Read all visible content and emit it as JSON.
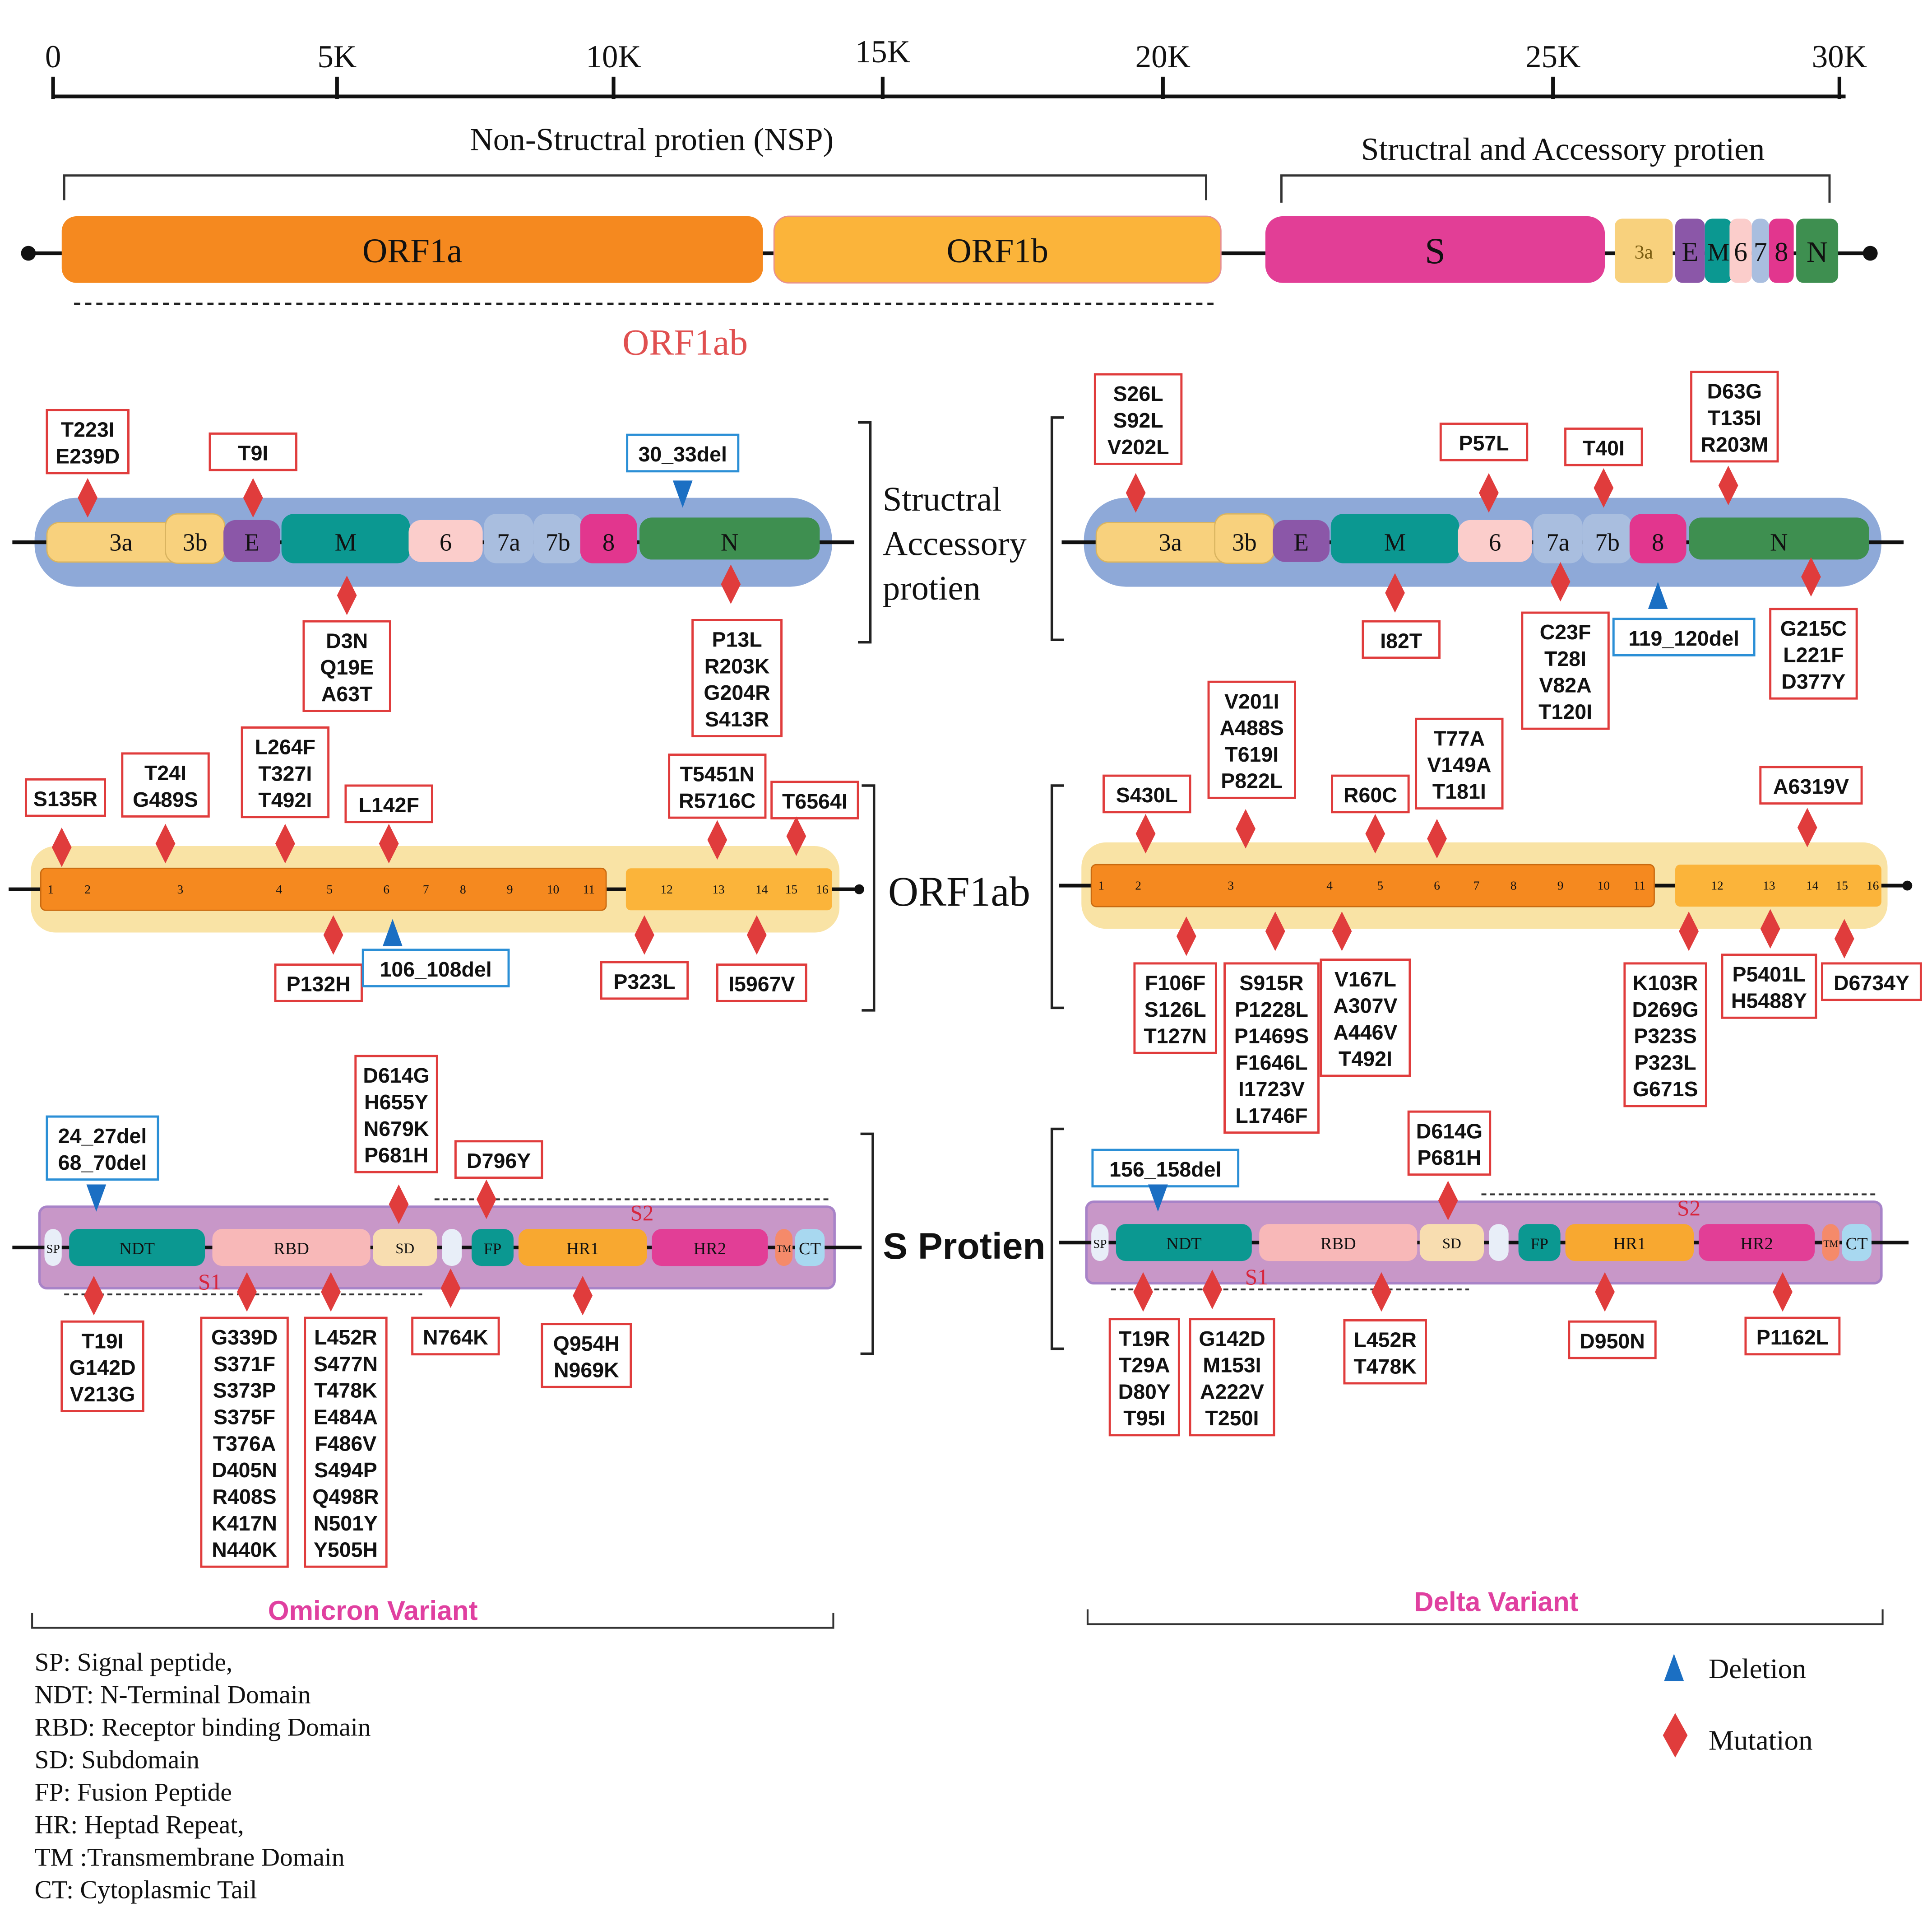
{
  "colors": {
    "orf1a": "#F5891F",
    "orf1b": "#FBB43A",
    "s": "#E23E96",
    "e": "#8B57A8",
    "m": "#0B9891",
    "seg6": "#FBCDCB",
    "seg7": "#A9BEDF",
    "seg8": "#E2368E",
    "n": "#3E8F50",
    "seg3a": "#F8D17D",
    "panel_blue": "#8EA9D8",
    "panel_yellow": "#F9E3A5",
    "panel_pink": "#C897C8",
    "mutation": "#E03C3C",
    "deletion": "#1B6FC3",
    "variant_label": "#E040A0",
    "orf1ab_label": "#E05050",
    "s_label": "#D7263D"
  },
  "genome": {
    "ticks": [
      "0",
      "5K",
      "10K",
      "15K",
      "20K",
      "25K",
      "30K"
    ],
    "nsp_label": "Non-Structral protien (NSP)",
    "structural_label": "Structral and Accessory protien",
    "orf1a": "ORF1a",
    "orf1b": "ORF1b",
    "s": "S",
    "small": [
      "3a",
      "E",
      "M",
      "6",
      "7",
      "8",
      "N"
    ],
    "orf1ab": "ORF1ab"
  },
  "rows": {
    "structural": "Structral Accessory protien",
    "structural_lines": [
      "Structral",
      "Accessory",
      "protien"
    ],
    "orf1ab": "ORF1ab",
    "sprot": "S Protien"
  },
  "acc_segments": [
    "3a",
    "3b",
    "E",
    "M",
    "6",
    "7a",
    "7b",
    "8",
    "N"
  ],
  "orf_numbers": [
    "1",
    "2",
    "3",
    "4",
    "5",
    "6",
    "7",
    "8",
    "9",
    "10",
    "11",
    "12",
    "13",
    "14",
    "15",
    "16"
  ],
  "spike_domains": [
    "SP",
    "NDT",
    "RBD",
    "SD",
    "FP",
    "HR1",
    "HR2",
    "TM",
    "CT"
  ],
  "s1": "S1",
  "s2": "S2",
  "omicron": {
    "label": "Omicron Variant",
    "acc_above": [
      [
        "T223I",
        "E239D"
      ],
      [
        "T9I"
      ]
    ],
    "acc_del": [
      "30_33del"
    ],
    "acc_below": [
      [
        "D3N",
        "Q19E",
        "A63T"
      ],
      [
        "P13L",
        "R203K",
        "G204R",
        "S413R"
      ]
    ],
    "orf_above": [
      [
        "S135R"
      ],
      [
        "T24I",
        "G489S"
      ],
      [
        "L264F",
        "T327I",
        "T492I"
      ],
      [
        "L142F"
      ],
      [
        "T5451N",
        "R5716C"
      ],
      [
        "T6564I"
      ]
    ],
    "orf_below": [
      [
        "P132H"
      ],
      [
        "P323L"
      ],
      [
        "I5967V"
      ]
    ],
    "orf_del": [
      "106_108del"
    ],
    "s_del": [
      "24_27del",
      "68_70del"
    ],
    "s_above": [
      [
        "D614G",
        "H655Y",
        "N679K",
        "P681H"
      ],
      [
        "D796Y"
      ]
    ],
    "s_below": [
      [
        "T19I",
        "G142D",
        "V213G"
      ],
      [
        "G339D",
        "S371F",
        "S373P",
        "S375F",
        "T376A",
        "D405N",
        "R408S",
        "K417N",
        "N440K"
      ],
      [
        "L452R",
        "S477N",
        "T478K",
        "E484A",
        "F486V",
        "S494P",
        "Q498R",
        "N501Y",
        "Y505H"
      ],
      [
        "N764K"
      ],
      [
        "Q954H",
        "N969K"
      ]
    ]
  },
  "delta": {
    "label": "Delta Variant",
    "acc_above": [
      [
        "S26L",
        "S92L",
        "V202L"
      ],
      [
        "P57L"
      ],
      [
        "T40I"
      ],
      [
        "D63G",
        "T135I",
        "R203M"
      ]
    ],
    "acc_below": [
      [
        "I82T"
      ],
      [
        "C23F",
        "T28I",
        "V82A",
        "T120I"
      ],
      [
        "G215C",
        "L221F",
        "D377Y"
      ]
    ],
    "acc_del": [
      "119_120del"
    ],
    "orf_above": [
      [
        "S430L"
      ],
      [
        "V201I",
        "A488S",
        "T619I",
        "P822L"
      ],
      [
        "R60C"
      ],
      [
        "T77A",
        "V149A",
        "T181I"
      ],
      [
        "A6319V"
      ]
    ],
    "orf_below": [
      [
        "F106F",
        "S126L",
        "T127N"
      ],
      [
        "S915R",
        "P1228L",
        "P1469S",
        "F1646L",
        "I1723V",
        "L1746F"
      ],
      [
        "V167L",
        "A307V",
        "A446V",
        "T492I"
      ],
      [
        "K103R",
        "D269G",
        "P323S",
        "P323L",
        "G671S"
      ],
      [
        "P5401L",
        "H5488Y"
      ],
      [
        "D6734Y"
      ]
    ],
    "s_del": [
      "156_158del"
    ],
    "s_above": [
      [
        "D614G",
        "P681H"
      ]
    ],
    "s_below": [
      [
        "T19R",
        "T29A",
        "D80Y",
        "T95I"
      ],
      [
        "G142D",
        "M153I",
        "A222V",
        "T250I"
      ],
      [
        "L452R",
        "T478K"
      ],
      [
        "D950N"
      ],
      [
        "P1162L"
      ]
    ]
  },
  "legend": {
    "abbrev": [
      "SP: Signal peptide,",
      "NDT: N-Terminal Domain",
      "RBD: Receptor binding Domain",
      "SD: Subdomain",
      " FP: Fusion Peptide",
      "HR: Heptad Repeat,",
      "TM :Transmembrane Domain",
      "CT: Cytoplasmic Tail"
    ],
    "deletion": "Deletion",
    "mutation": "Mutation"
  }
}
